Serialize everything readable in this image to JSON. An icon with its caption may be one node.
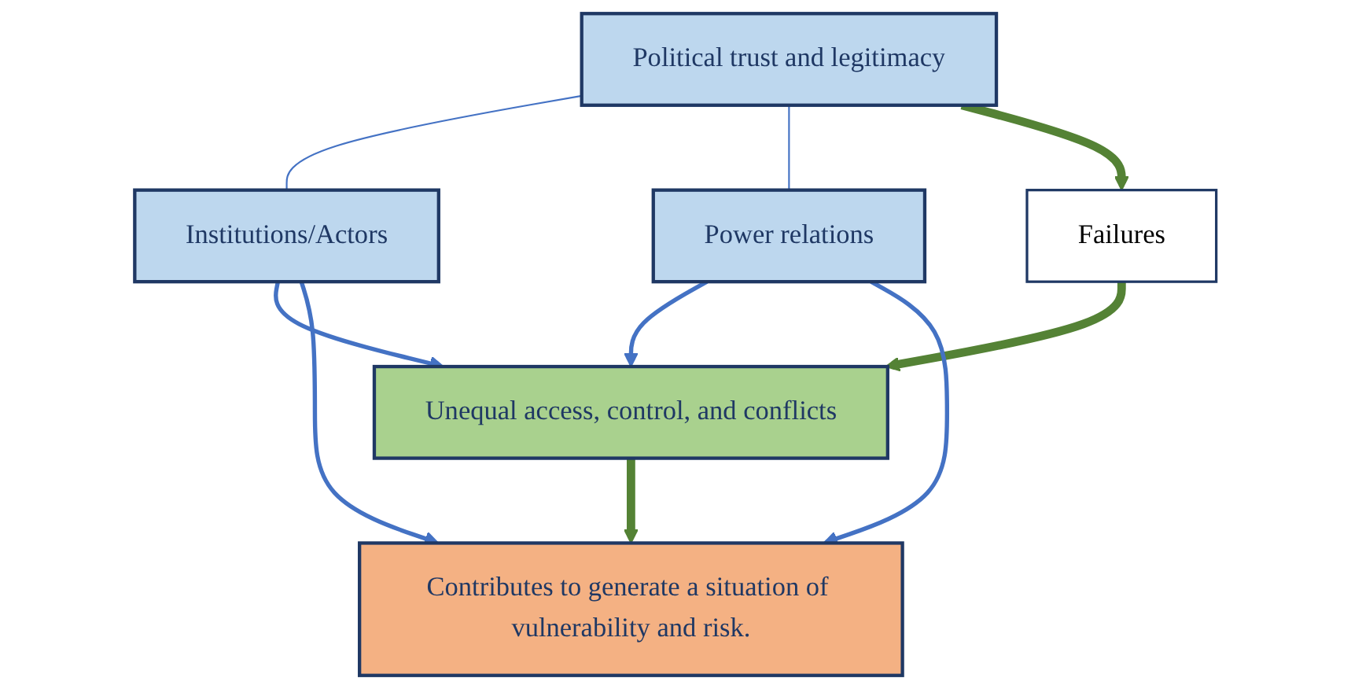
{
  "diagram": {
    "nodes": [
      {
        "text": [
          "Political trust and legitimacy"
        ]
      },
      {
        "text": [
          "Institutions/Actors"
        ]
      },
      {
        "text": [
          "Failures"
        ]
      },
      {
        "text": [
          "Power relations"
        ]
      },
      {
        "text": [
          "Unequal access, control, and conflicts"
        ]
      },
      {
        "text": [
          "Contributes to generate a situation of vulnerability and risk."
        ]
      }
    ],
    "edges": [
      {
        "from": 0,
        "to": 1,
        "arrow": "none"
      },
      {
        "from": 0,
        "to": 3,
        "arrow": "none"
      },
      {
        "from": 0,
        "to": 2,
        "arrow": "to",
        "style": "thick",
        "color": "#548235"
      },
      {
        "from": 2,
        "to": 4,
        "arrow": "to",
        "style": "thick",
        "color": "#548235"
      },
      {
        "from": 1,
        "to": 4,
        "arrow": "to"
      },
      {
        "from": 1,
        "to": 5,
        "arrow": "to"
      },
      {
        "from": 3,
        "to": 4,
        "arrow": "to"
      },
      {
        "from": 3,
        "to": 5,
        "arrow": "to"
      },
      {
        "from": 4,
        "to": 5,
        "arrow": "to",
        "style": "thick",
        "color": "#548235"
      }
    ]
  }
}
